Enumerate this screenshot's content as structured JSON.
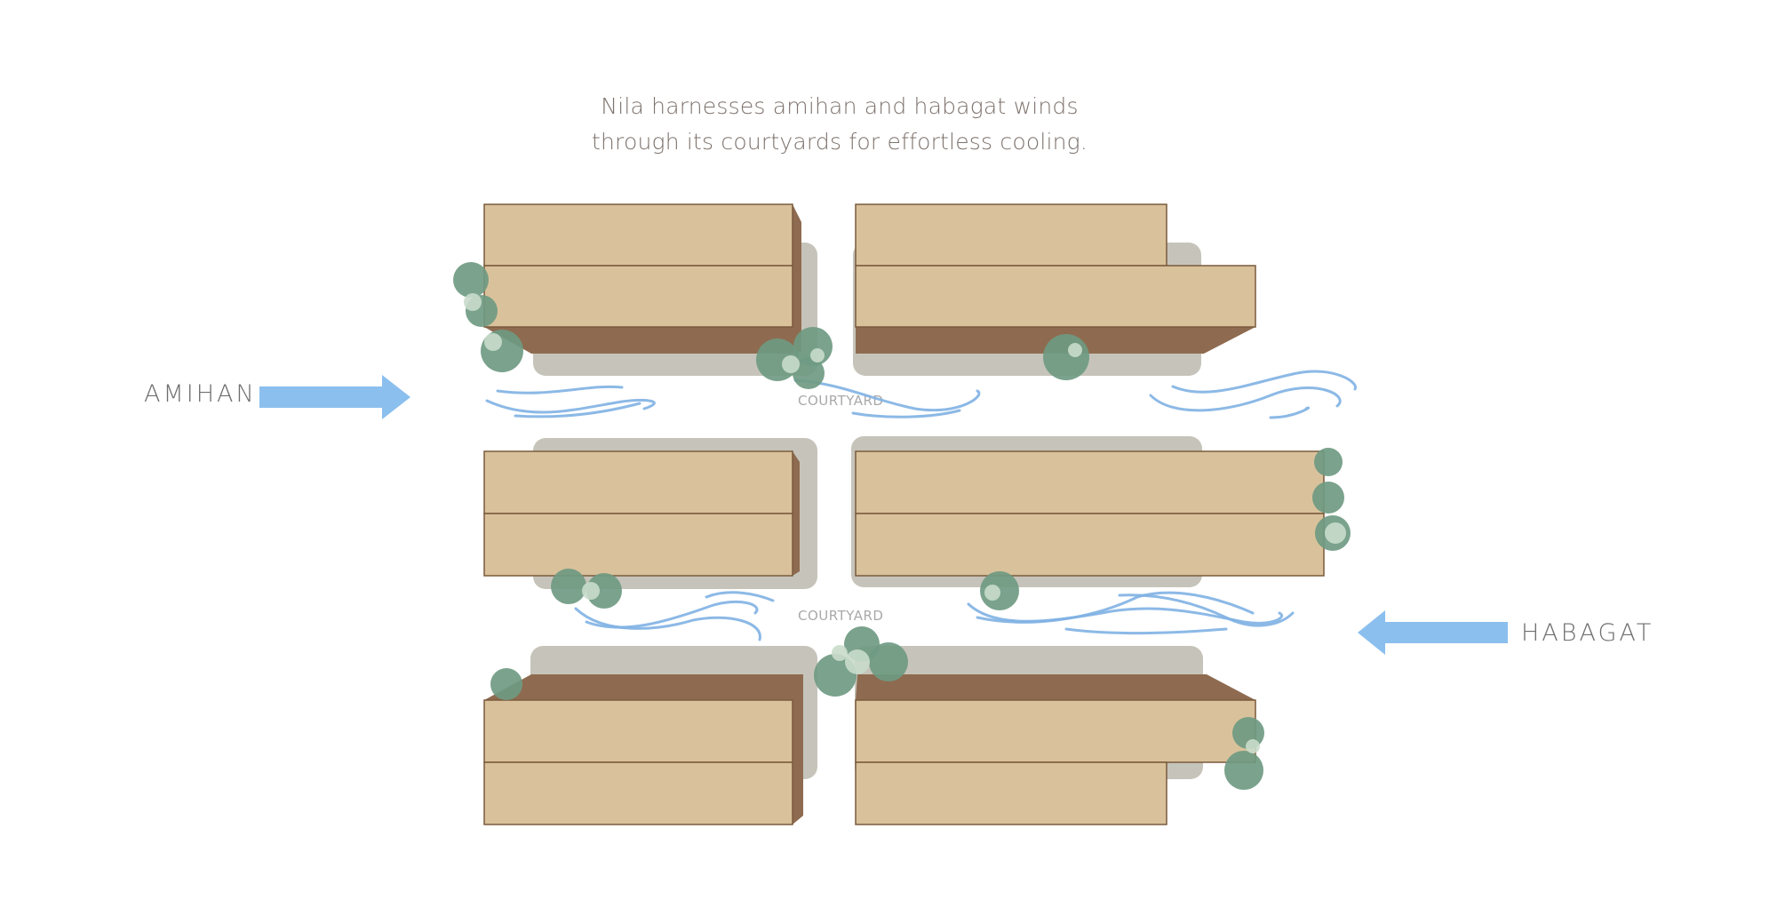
{
  "caption": {
    "line1": "Nila harnesses amihan and habagat winds",
    "line2": "through its courtyards for effortless cooling."
  },
  "winds": {
    "left_label": "AMIHAN",
    "right_label": "HABAGAT"
  },
  "courtyards": {
    "upper_label": "COURTYARD",
    "lower_label": "COURTYARD"
  },
  "colors": {
    "roof": "#d9c29b",
    "roof_edge": "#7a5a3c",
    "wall": "#8e6b50",
    "shadow": "#c6c4ba",
    "wind": "#8bbfee",
    "wave": "#7fb1e3",
    "tree_dark": "#6f9a82",
    "tree_light": "#c9dccb",
    "caption_text": "#7d726c"
  }
}
